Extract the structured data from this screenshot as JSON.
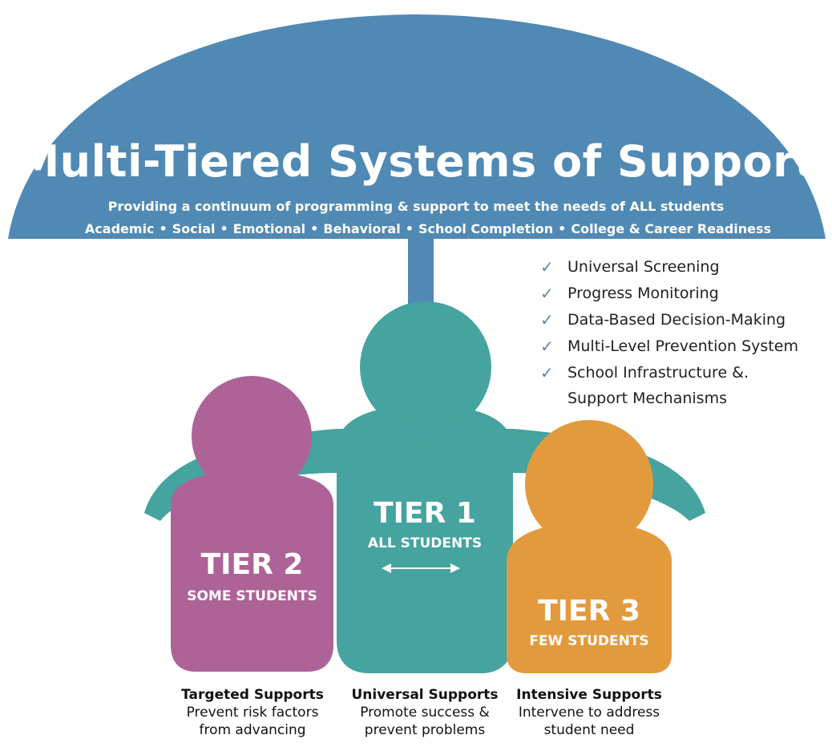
{
  "title": "Multi-Tiered Systems of Support",
  "subtitle": "Providing a continuum of programming & support to meet the needs of ALL students",
  "domains": [
    "Academic",
    "Social",
    "Emotional",
    "Behavioral",
    "School Completion",
    "College & Career Readiness"
  ],
  "checklist": [
    {
      "line1": "Universal Screening"
    },
    {
      "line1": "Progress Monitoring"
    },
    {
      "line1": "Data-Based Decision-Making"
    },
    {
      "line1": "Multi-Level Prevention System"
    },
    {
      "line1": "School Infrastructure &.",
      "line2": "Support Mechanisms"
    }
  ],
  "tiers": {
    "tier1": {
      "title": "TIER 1",
      "subtitle": "ALL STUDENTS"
    },
    "tier2": {
      "title": "TIER 2",
      "subtitle": "SOME STUDENTS"
    },
    "tier3": {
      "title": "TIER 3",
      "subtitle": "FEW STUDENTS"
    }
  },
  "captions": {
    "tier2": {
      "heading": "Targeted Supports",
      "line1": "Prevent risk factors",
      "line2": "from advancing"
    },
    "tier1": {
      "heading": "Universal Supports",
      "line1": "Promote success &",
      "line2": "prevent problems"
    },
    "tier3": {
      "heading": "Intensive Supports",
      "line1": "Intervene to address",
      "line2": "student need"
    }
  },
  "colors": {
    "umbrella": "#5089b4",
    "tier1": "#45a3a0",
    "tier2": "#ad6397",
    "tier3": "#e39a3c",
    "check": "#5b86aa"
  }
}
